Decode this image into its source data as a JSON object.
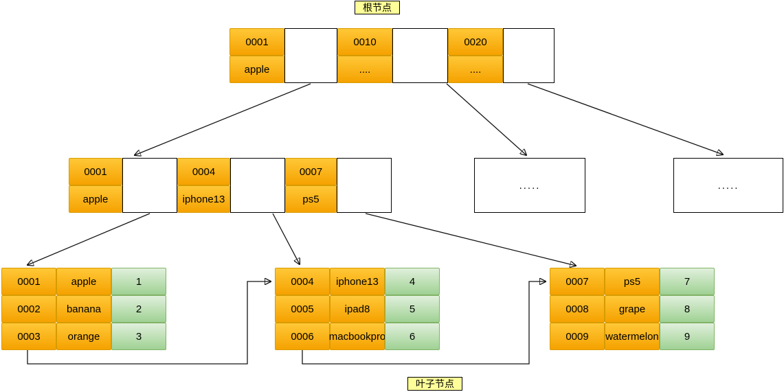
{
  "labels": {
    "root_label": "根节点",
    "leaf_label": "叶子节点"
  },
  "root_node": {
    "entries": [
      {
        "key": "0001",
        "value": "apple"
      },
      {
        "key": "0010",
        "value": "...."
      },
      {
        "key": "0020",
        "value": "...."
      }
    ]
  },
  "internal_node": {
    "entries": [
      {
        "key": "0001",
        "value": "apple"
      },
      {
        "key": "0004",
        "value": "iphone13"
      },
      {
        "key": "0007",
        "value": "ps5"
      }
    ]
  },
  "collapsed_node_1": {
    "text": "....."
  },
  "collapsed_node_2": {
    "text": "....."
  },
  "leaf_node_1": {
    "rows": [
      {
        "id": "0001",
        "name": "apple",
        "num": "1"
      },
      {
        "id": "0002",
        "name": "banana",
        "num": "2"
      },
      {
        "id": "0003",
        "name": "orange",
        "num": "3"
      }
    ]
  },
  "leaf_node_2": {
    "rows": [
      {
        "id": "0004",
        "name": "iphone13",
        "num": "4"
      },
      {
        "id": "0005",
        "name": "ipad8",
        "num": "5"
      },
      {
        "id": "0006",
        "name": "macbookpro",
        "num": "6"
      }
    ]
  },
  "leaf_node_3": {
    "rows": [
      {
        "id": "0007",
        "name": "ps5",
        "num": "7"
      },
      {
        "id": "0008",
        "name": "grape",
        "num": "8"
      },
      {
        "id": "0009",
        "name": "watermelon",
        "num": "9"
      }
    ]
  },
  "colors": {
    "cell_orange_top": "#ffc837",
    "cell_orange_bottom": "#f5a200",
    "cell_orange_border": "#d79b00",
    "cell_green_top": "#e1f0dc",
    "cell_green_bottom": "#9fd193",
    "cell_green_border": "#82b366",
    "label_bg": "#ffff99",
    "arrow": "#141414"
  }
}
